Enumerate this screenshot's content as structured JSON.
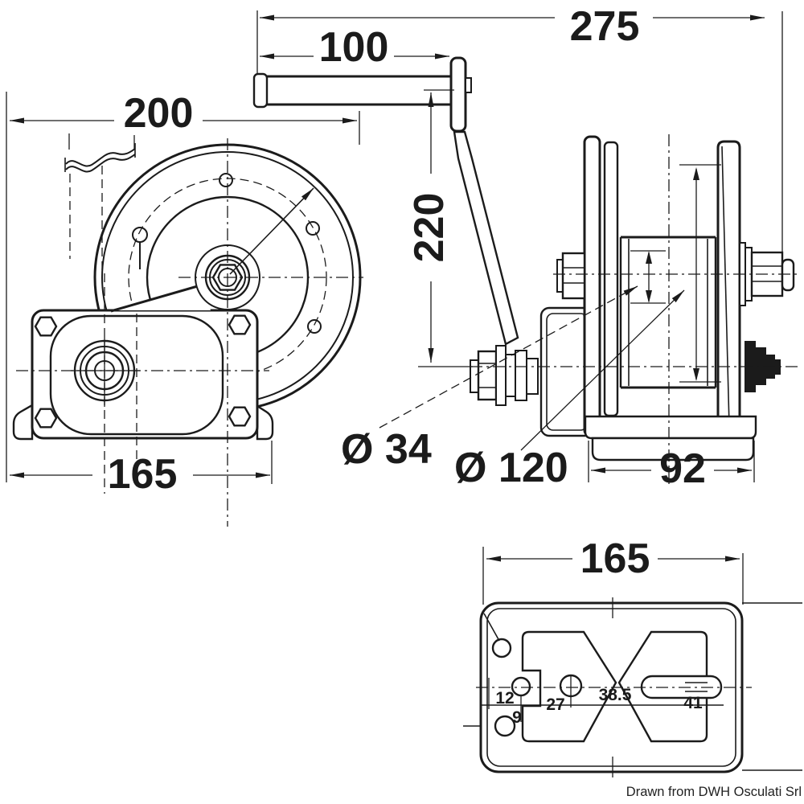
{
  "page": {
    "attribution": "Drawn from DWH Osculati Srl",
    "line_color": "#1b1b1b",
    "background": "#ffffff"
  },
  "dimensions": {
    "overall_width": "275",
    "grip_length": "100",
    "front_width": "200",
    "crank_radius": "220",
    "hub_diameter": "Ø 34",
    "drum_diameter": "Ø 120",
    "side_base_depth": "92",
    "front_base_width": "165",
    "base_plate": {
      "width": "165",
      "hole_offsets": [
        "12",
        "27",
        "38.5",
        "41",
        "9"
      ]
    }
  }
}
